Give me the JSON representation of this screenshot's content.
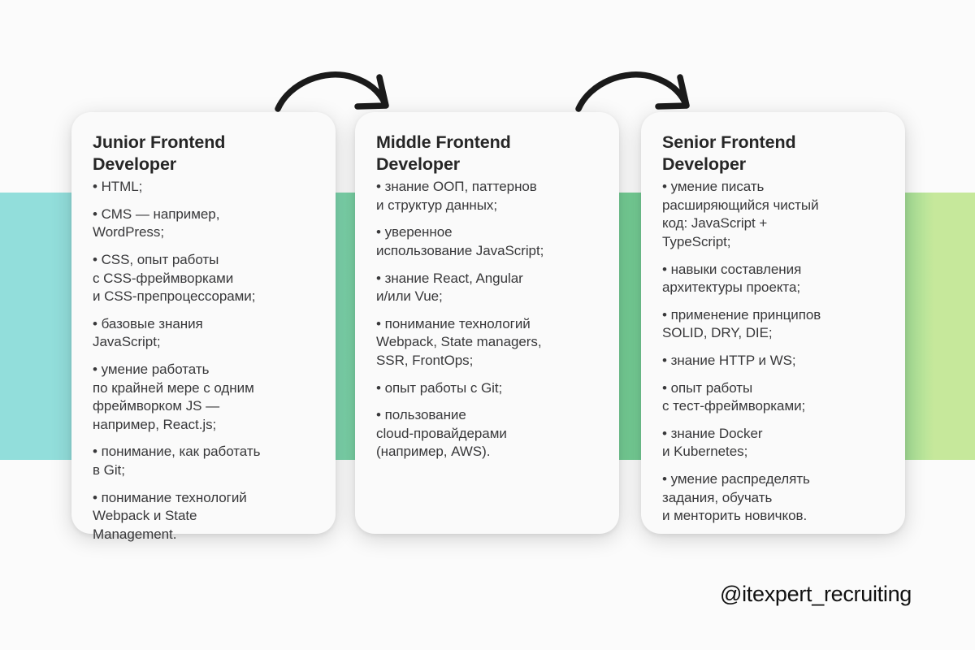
{
  "background": {
    "page_color": "#FBFBFB",
    "bands": [
      {
        "name": "cyan-band",
        "color": "#92DEDB"
      },
      {
        "name": "green-band",
        "color": "#74CC94"
      },
      {
        "name": "lime-band",
        "color": "#C6E89B"
      }
    ]
  },
  "cards": [
    {
      "title": "Junior Frontend\nDeveloper",
      "items": [
        "• HTML;",
        "• CMS — например,\nWordPress;",
        "• CSS, опыт работы\nс CSS-фреймворками\nи CSS-препроцессорами;",
        "• базовые знания\nJavaScript;",
        "• умение работать\nпо крайней мере с одним\nфреймворком JS —\nнапример, React.js;",
        "• понимание, как работать\nв Git;",
        "• понимание технологий\nWebpack и State\nManagement."
      ]
    },
    {
      "title": "Middle Frontend\nDeveloper",
      "items": [
        "• знание ООП, паттернов\nи структур данных;",
        "• уверенное\nиспользование JavaScript;",
        "• знание React, Angular\nи/или Vue;",
        "• понимание технологий\nWebpack, State managers,\nSSR, FrontOps;",
        "• опыт работы с Git;",
        "• пользование\ncloud-провайдерами\n(например, AWS)."
      ]
    },
    {
      "title": "Senior Frontend\nDeveloper",
      "items": [
        "• умение писать\nрасширяющийся чистый\nкод: JavaScript +\nTypeScript;",
        "• навыки составления\nархитектуры проекта;",
        "• применение принципов\nSOLID, DRY, DIE;",
        "• знание HTTP и WS;",
        "• опыт работы\nс тест-фреймворками;",
        "• знание Docker\nи Kubernetes;",
        "• умение распределять\nзадания, обучать\nи менторить новичков."
      ]
    }
  ],
  "arrows": [
    {
      "name": "arrow-junior-to-middle",
      "color": "#1A1A1A"
    },
    {
      "name": "arrow-middle-to-senior",
      "color": "#1A1A1A"
    }
  ],
  "footer": {
    "handle": "@itexpert_recruiting"
  }
}
